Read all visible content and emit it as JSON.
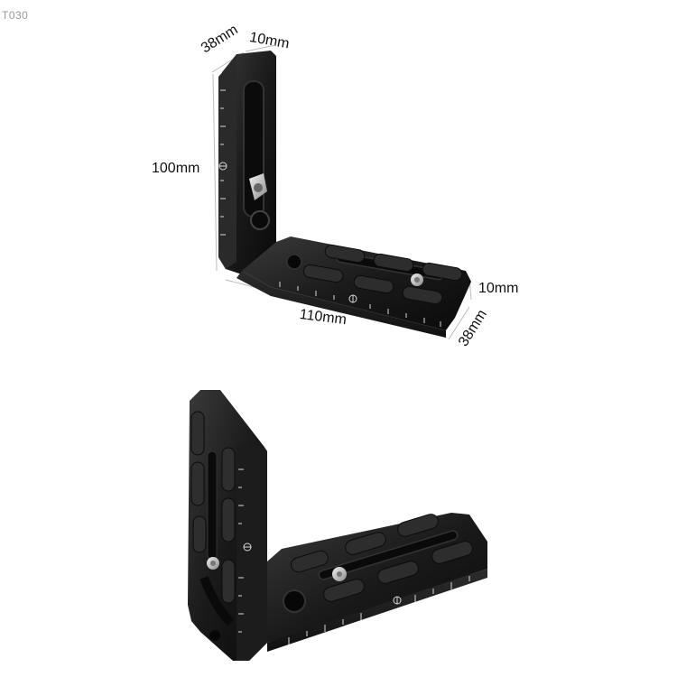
{
  "product_code": "T030",
  "dimensions": {
    "top_width": "38mm",
    "top_thickness": "10mm",
    "height": "100mm",
    "base_thickness": "10mm",
    "base_length": "110mm",
    "base_width": "38mm"
  },
  "colors": {
    "metal": "#1a1a1a",
    "metal_edge": "#3a3a3a",
    "scale_marks": "#d9d9d9",
    "dimension_lines": "#bcbcbc",
    "screw": "#c0c0c0"
  }
}
